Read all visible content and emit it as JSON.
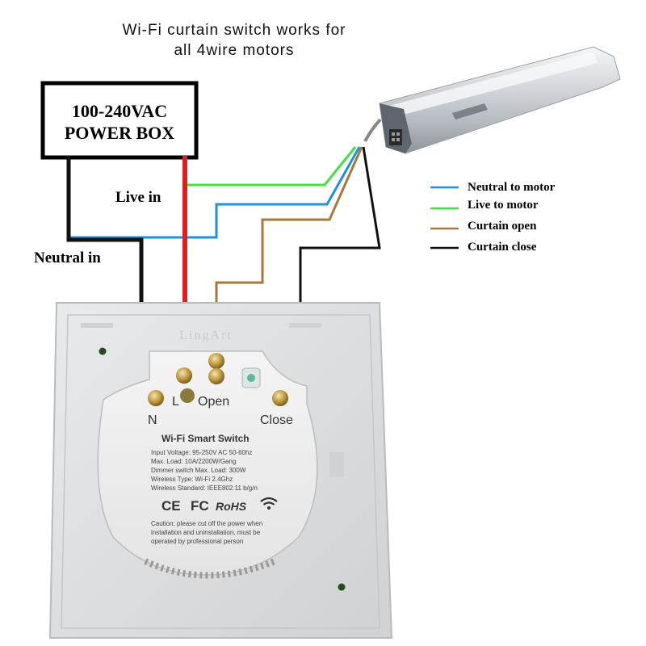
{
  "title": {
    "line1": "Wi-Fi curtain switch works for",
    "line2": "all 4wire motors"
  },
  "power_box": {
    "line1": "100-240VAC",
    "line2": "POWER BOX"
  },
  "wire_labels": {
    "live_in": "Live in",
    "neutral_in": "Neutral in"
  },
  "legend": [
    {
      "label": "Neutral to motor",
      "color": "#1e90e0"
    },
    {
      "label": "Live to motor",
      "color": "#44e044"
    },
    {
      "label": "Curtain open",
      "color": "#a8783a"
    },
    {
      "label": "Curtain close",
      "color": "#111111"
    }
  ],
  "wire_colors": {
    "live": "#e21b1b",
    "neutral": "#111111",
    "blue": "#1e90e0",
    "green": "#44e044",
    "brown": "#a8783a",
    "close": "#111111"
  },
  "switch": {
    "brand": "LingArt",
    "terminals": {
      "n": "N",
      "l": "L",
      "open": "Open",
      "close": "Close"
    },
    "label_title": "Wi-Fi Smart Switch",
    "specs": [
      "Input Voltage: 95-250V AC 50-60hz",
      "Max. Load: 10A/2200W/Gang",
      "Dimmer switch Max. Load: 300W",
      "Wireless Type: Wi-Fi 2.4Ghz",
      "Wireless Standard: IEEE802.11 b/g/n"
    ],
    "certifications": {
      "ce": "CE",
      "fc": "FC",
      "rohs": "RoHS"
    },
    "caution": [
      "Caution: please cut off the power when",
      "installation and uninstallation, must be",
      "operated by professional person"
    ]
  }
}
